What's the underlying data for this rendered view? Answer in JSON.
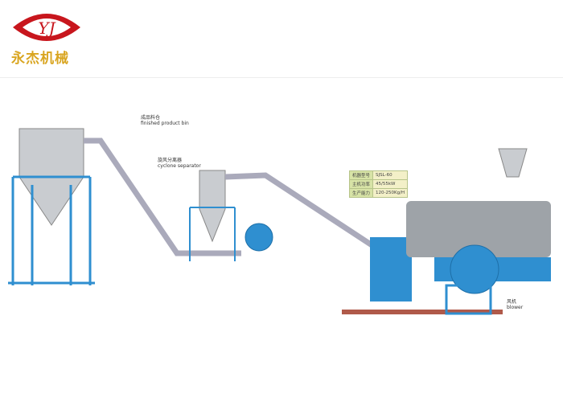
{
  "logo": {
    "monogram": "YJ",
    "company": "永杰机械"
  },
  "labels": {
    "bin_cn": "成品料仓",
    "bin_en": "finished product bin",
    "cyclone_cn": "旋风分离器",
    "cyclone_en": "cyclone separator",
    "blower_cn": "风机",
    "blower_en": "blower"
  },
  "specs": [
    {
      "key": "机器型号",
      "value": "SJSL-60"
    },
    {
      "key": "主机功率",
      "value": "45/55kW"
    },
    {
      "key": "生产能力",
      "value": "120-250Kg/H"
    }
  ],
  "colors": {
    "frame": "#2f8fd0",
    "logo_red": "#c8161d",
    "logo_gold": "#d9a520"
  }
}
